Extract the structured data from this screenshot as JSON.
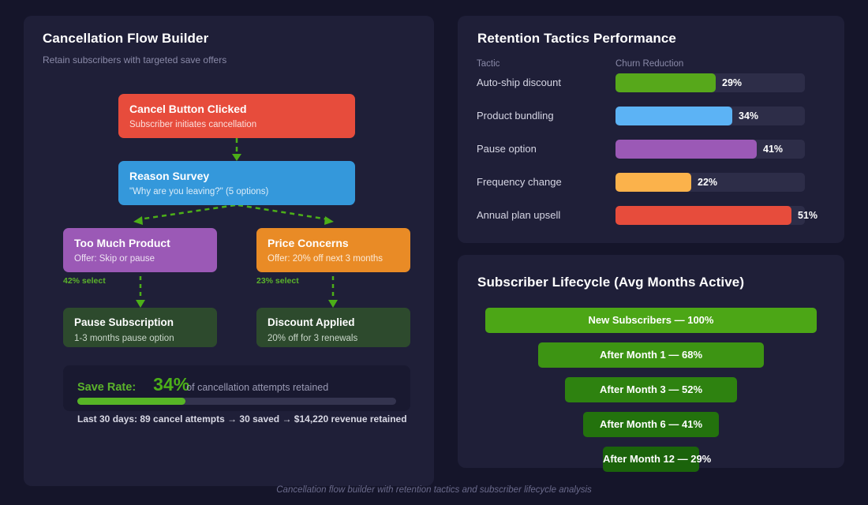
{
  "flow_panel": {
    "title": "Cancellation Flow Builder",
    "subtitle": "Retain subscribers with targeted save offers",
    "nodes": [
      {
        "id": "cancel",
        "title": "Cancel Button Clicked",
        "desc": "Subscriber initiates cancellation",
        "color": "#e74c3c"
      },
      {
        "id": "survey",
        "title": "Reason Survey",
        "desc": "\"Why are you leaving?\" (5 options)",
        "color": "#3498db"
      },
      {
        "id": "toomuch",
        "title": "Too Much Product",
        "desc": "Offer: Skip or pause",
        "color": "#9b59b6"
      },
      {
        "id": "price",
        "title": "Price Concerns",
        "desc": "Offer: 20% off next 3 months",
        "color": "#e98b26"
      },
      {
        "id": "pause",
        "title": "Pause Subscription",
        "desc": "1-3 months pause option",
        "color": "#2d4a2d"
      },
      {
        "id": "discount",
        "title": "Discount Applied",
        "desc": "20% off for 3 renewals",
        "color": "#2d4a2d"
      }
    ],
    "edge_labels": {
      "toomuch": "42% select",
      "price": "23% select"
    },
    "save_rate": {
      "label": "Save Rate:",
      "value": "34%",
      "note": "of cancellation attempts retained",
      "percent": 34,
      "summary": "Last 30 days: 89 cancel attempts → 30 saved → $14,220 revenue retained"
    }
  },
  "tactics_panel": {
    "title": "Retention Tactics Performance",
    "columns": {
      "tactic": "Tactic",
      "churn": "Churn Reduction"
    },
    "chart_data": {
      "type": "bar",
      "title": "Retention Tactics Performance",
      "xlabel": "Churn Reduction",
      "ylabel": "Tactic",
      "xlim": [
        0,
        55
      ],
      "grid": false,
      "categories": [
        "Auto-ship discount",
        "Product bundling",
        "Pause option",
        "Frequency change",
        "Annual plan upsell"
      ],
      "values": [
        29,
        34,
        41,
        22,
        51
      ],
      "labels": [
        "29%",
        "34%",
        "41%",
        "22%",
        "51%"
      ],
      "colors": [
        "#57a81b",
        "#5cb3f5",
        "#9b59b6",
        "#fbb24b",
        "#e74c3c"
      ]
    }
  },
  "lifecycle_panel": {
    "title": "Subscriber Lifecycle (Avg Months Active)",
    "chart_data": {
      "type": "bar",
      "title": "Subscriber Lifecycle (Avg Months Active)",
      "xlabel": "",
      "ylabel": "",
      "xlim": [
        0,
        100
      ],
      "grid": false,
      "categories": [
        "New Subscribers",
        "After Month 1",
        "After Month 3",
        "After Month 6",
        "After Month 12"
      ],
      "values": [
        100,
        68,
        52,
        41,
        29
      ],
      "labels": [
        "New Subscribers — 100%",
        "After Month 1 — 68%",
        "After Month 3 — 52%",
        "After Month 6 — 41%",
        "After Month 12 — 29%"
      ],
      "colors": [
        "#4ca616",
        "#3d9413",
        "#2e8210",
        "#23720d",
        "#1b630b"
      ]
    }
  },
  "footer": {
    "caption": "Cancellation flow builder with retention tactics and subscriber lifecycle analysis"
  }
}
